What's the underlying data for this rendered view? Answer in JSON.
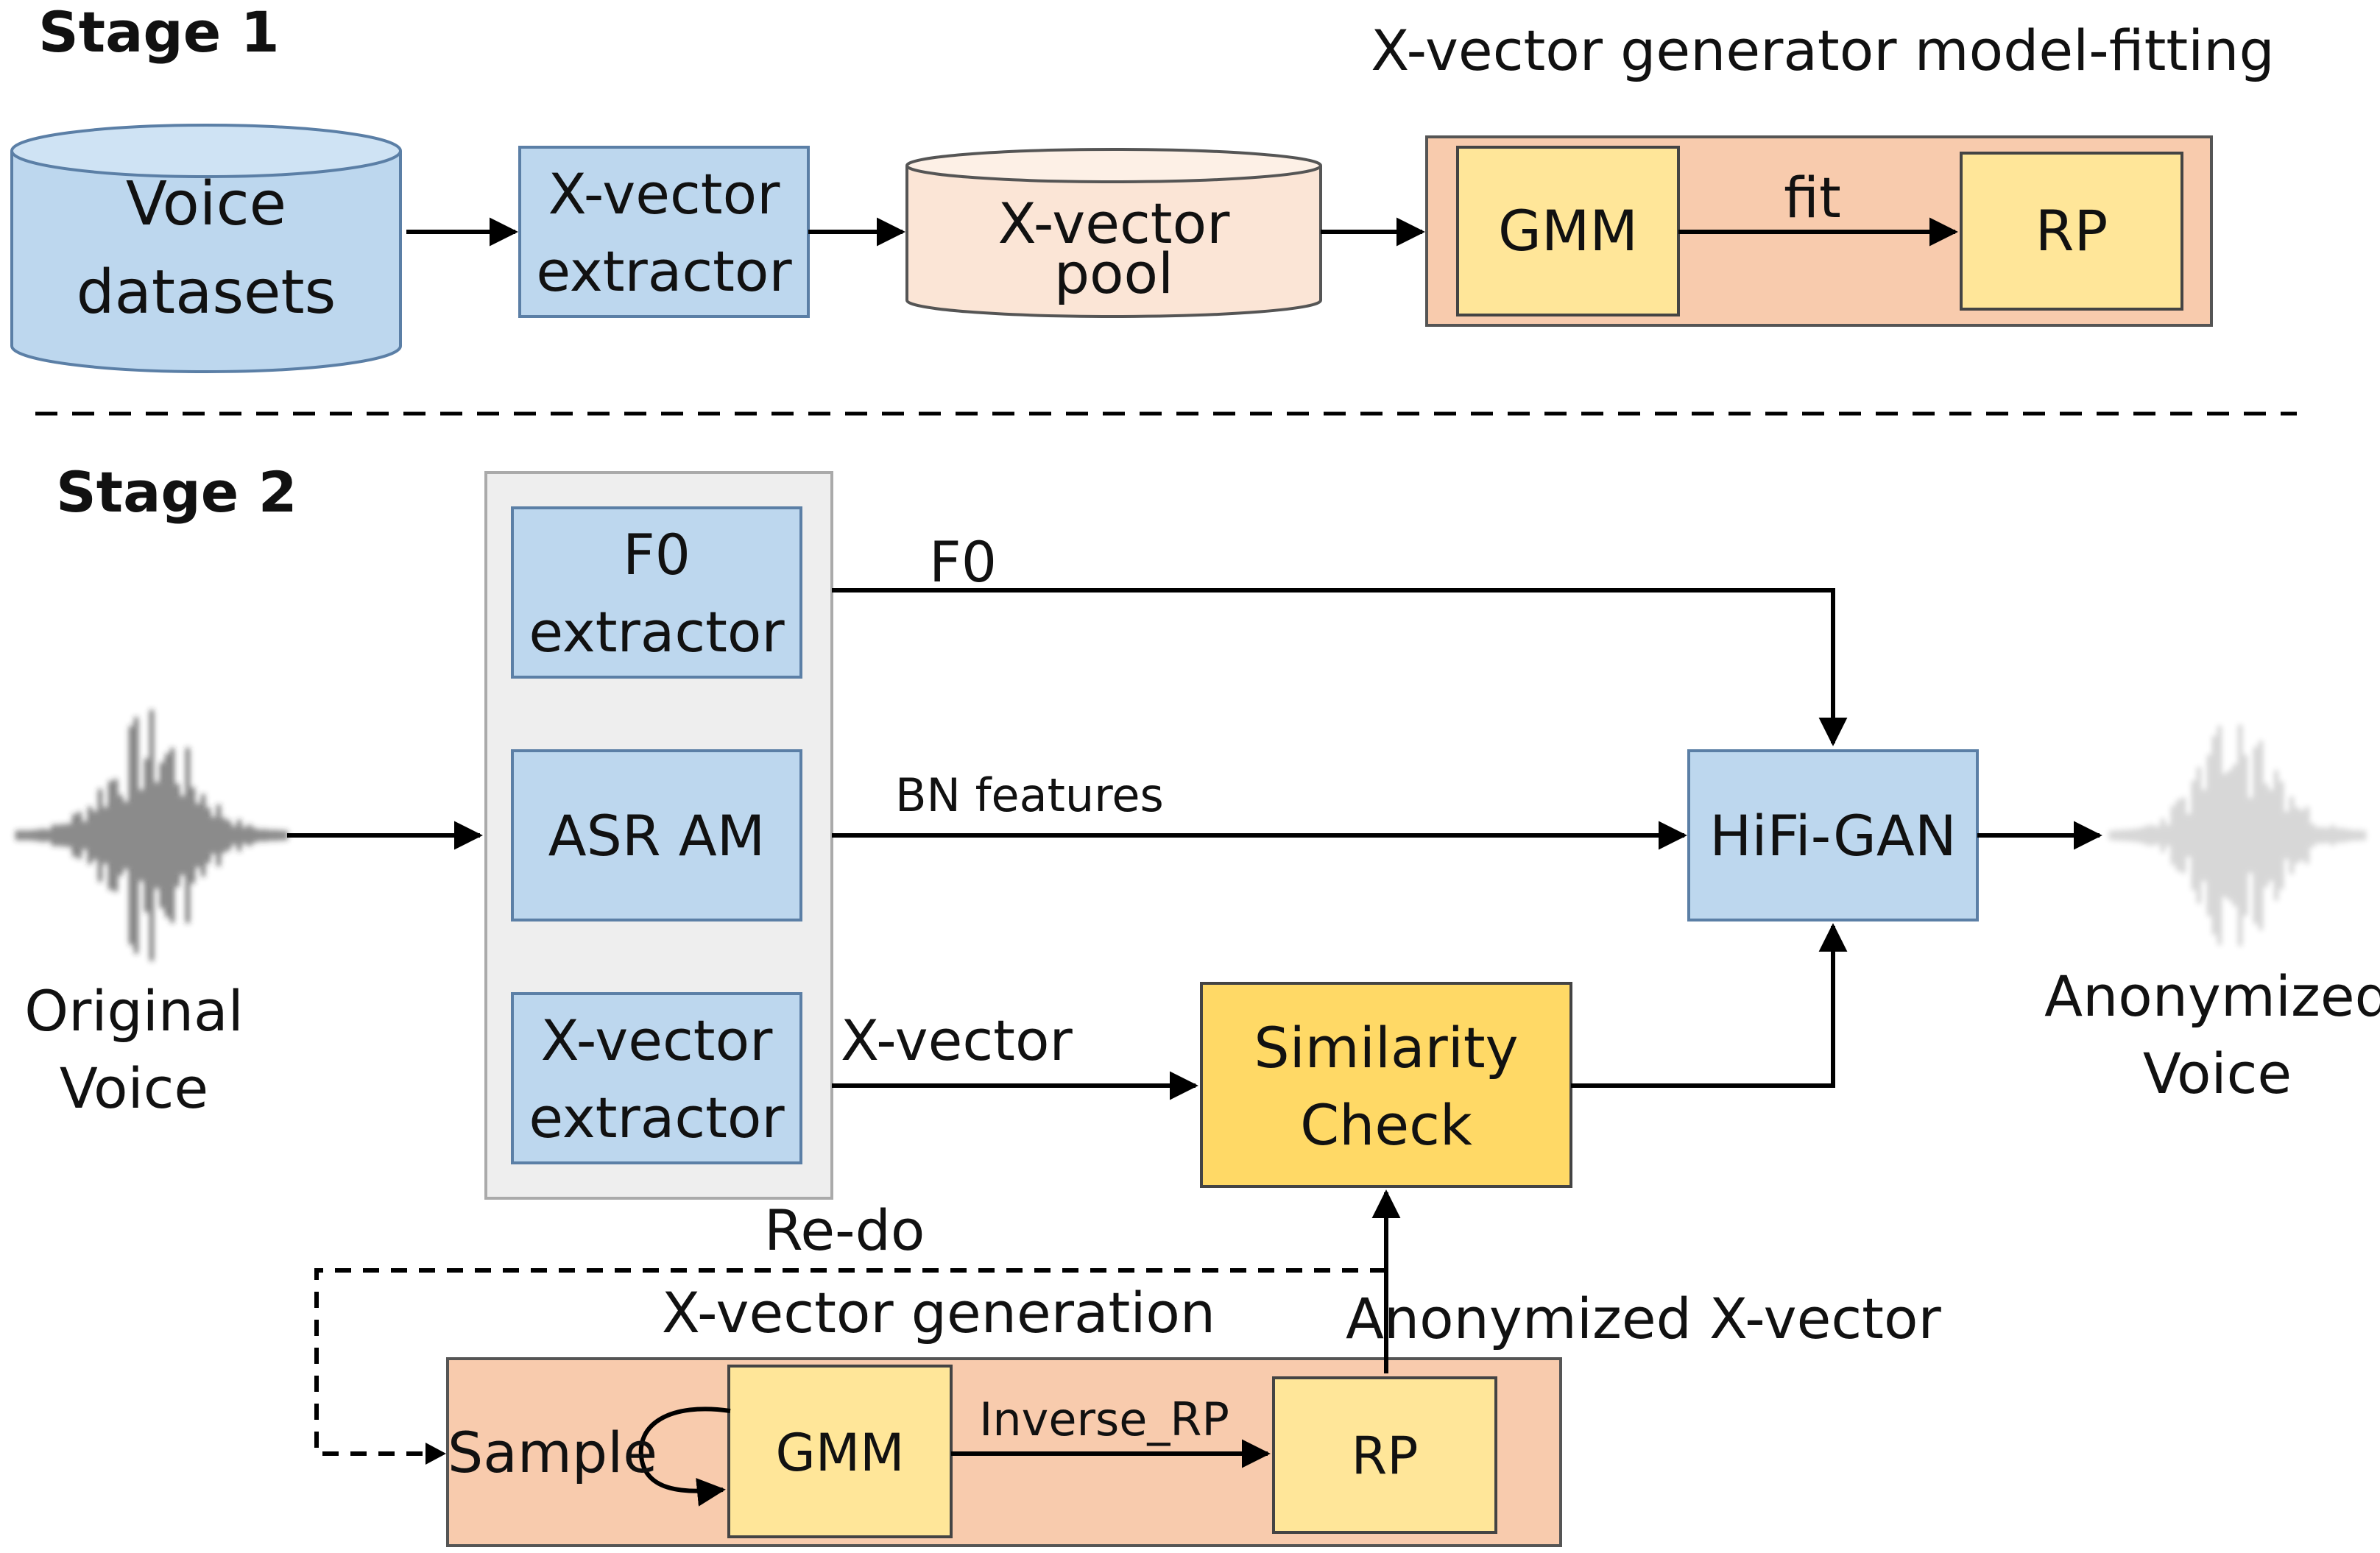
{
  "stage1": {
    "title": "Stage 1",
    "voice_datasets": [
      "Voice",
      "datasets"
    ],
    "xvector_extractor": [
      "X-vector",
      "extractor"
    ],
    "xvector_pool": [
      "X-vector",
      "pool"
    ],
    "fitting_title": "X-vector generator model-fitting",
    "gmm": "GMM",
    "fit": "fit",
    "rp": "RP"
  },
  "stage2": {
    "title": "Stage 2",
    "f0_extractor": [
      "F0",
      "extractor"
    ],
    "asr_am": "ASR AM",
    "xvector_extractor": [
      "X-vector",
      "extractor"
    ],
    "edge_f0": "F0",
    "edge_bn": "BN features",
    "edge_xvector": "X-vector",
    "similarity_check": [
      "Similarity",
      "Check"
    ],
    "hifigan": "HiFi-GAN",
    "original_voice": [
      "Original",
      "Voice"
    ],
    "anonymized_voice": [
      "Anonymized",
      "Voice"
    ],
    "redo": "Re-do",
    "generation_title": "X-vector generation",
    "anonymized_xvector": "Anonymized X-vector",
    "sample": "Sample",
    "gmm": "GMM",
    "inverse_rp": "Inverse_RP",
    "rp": "RP"
  },
  "colors": {
    "blue_box": "#bdd7ee",
    "blue_border": "#5b7fa6",
    "peach": "#f8cbad",
    "peach_light": "#fbe5d6",
    "yellow": "#ffe699",
    "yellow_strong": "#ffd966",
    "gray_panel": "#eeeeee"
  }
}
